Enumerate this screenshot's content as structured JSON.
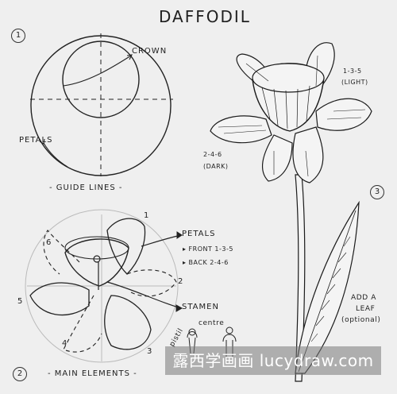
{
  "title": "DAFFODIL",
  "steps": {
    "one": "1",
    "two": "2",
    "three": "3"
  },
  "guide": {
    "crown": "CROWN",
    "petals": "PETALS",
    "caption": "- GUIDE LINES -"
  },
  "elements": {
    "petals": "PETALS",
    "front": "▸ FRONT 1-3-5",
    "back": "▸ BACK 2-4-6",
    "stamen": "STAMEN",
    "pistil": "pistil",
    "centre": "centre",
    "caption": "- MAIN ELEMENTS -",
    "petal_numbers": [
      "1",
      "2",
      "3",
      "4",
      "5",
      "6"
    ]
  },
  "final": {
    "light_nums": "1-3-5",
    "light": "(LIGHT)",
    "dark_nums": "2-4-6",
    "dark": "(DARK)",
    "leaf1": "ADD A",
    "leaf2": "LEAF",
    "leaf3": "(optional)"
  },
  "watermark": "露西学画画 lucydraw.com"
}
